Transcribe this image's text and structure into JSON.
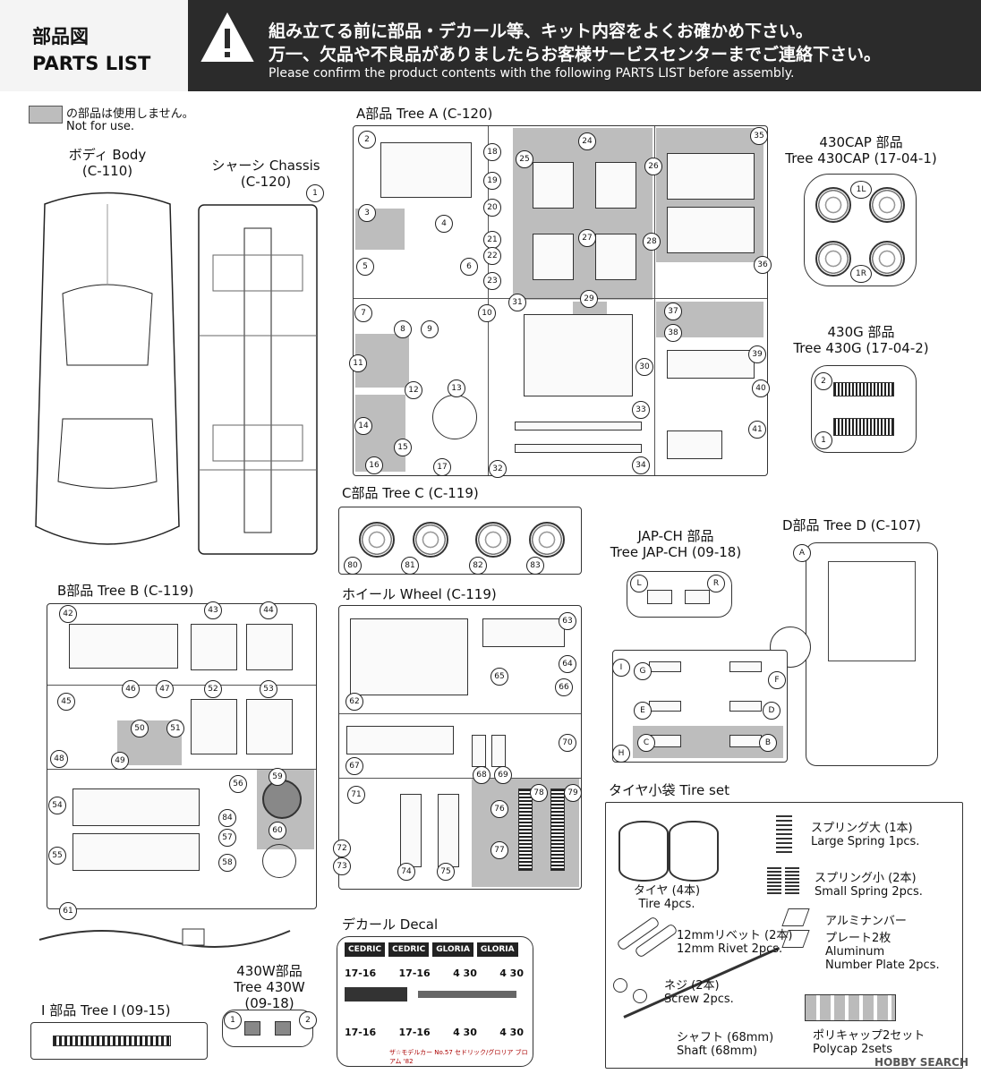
{
  "header": {
    "title_jp": "部品図",
    "title_en": "PARTS LIST",
    "warning_jp_1": "組み立てる前に部品・デカール等、キット内容をよくお確かめ下さい。",
    "warning_jp_2": "万一、欠品や不良品がありましたらお客様サービスセンターまでご連絡下さい。",
    "warning_en": "Please confirm the product contents with the following PARTS LIST before assembly."
  },
  "legend": {
    "jp": "の部品は使用しません。",
    "en": "Not for use."
  },
  "body": {
    "title": "ボディ Body",
    "code": "(C-110)"
  },
  "chassis": {
    "title": "シャーシ Chassis",
    "code": "(C-120)",
    "num": "1"
  },
  "treeA": {
    "title": "A部品 Tree A (C-120)",
    "nums": [
      "2",
      "3",
      "4",
      "5",
      "6",
      "7",
      "8",
      "9",
      "10",
      "11",
      "12",
      "13",
      "14",
      "15",
      "16",
      "17",
      "18",
      "19",
      "20",
      "21",
      "22",
      "23",
      "24",
      "25",
      "26",
      "27",
      "28",
      "29",
      "30",
      "31",
      "32",
      "33",
      "34",
      "35",
      "36",
      "37",
      "38",
      "39",
      "40",
      "41"
    ]
  },
  "tree430cap": {
    "title": "430CAP 部品",
    "subtitle": "Tree 430CAP (17-04-1)",
    "labels": [
      "1L",
      "1R"
    ]
  },
  "tree430g": {
    "title": "430G 部品",
    "subtitle": "Tree 430G (17-04-2)",
    "nums": [
      "2",
      "1"
    ]
  },
  "treeC": {
    "title": "C部品 Tree C (C-119)",
    "nums": [
      "80",
      "81",
      "82",
      "83"
    ]
  },
  "treeJapCh": {
    "title": "JAP-CH 部品",
    "subtitle": "Tree JAP-CH (09-18)",
    "labels": [
      "L",
      "R"
    ]
  },
  "treeD": {
    "title": "D部品 Tree D (C-107)",
    "labels": [
      "A",
      "B",
      "C",
      "D",
      "E",
      "F",
      "G",
      "H",
      "I"
    ]
  },
  "treeB": {
    "title": "B部品 Tree B (C-119)",
    "nums": [
      "42",
      "43",
      "44",
      "45",
      "46",
      "47",
      "48",
      "49",
      "50",
      "51",
      "52",
      "53",
      "54",
      "55",
      "56",
      "57",
      "58",
      "59",
      "60",
      "61",
      "84"
    ]
  },
  "wheel": {
    "title": "ホイール Wheel (C-119)",
    "nums": [
      "62",
      "63",
      "64",
      "65",
      "66",
      "67",
      "68",
      "69",
      "70",
      "71",
      "72",
      "73",
      "74",
      "75",
      "76",
      "77",
      "78",
      "79"
    ]
  },
  "treeI": {
    "title": "I 部品 Tree I (09-15)"
  },
  "tree430w": {
    "title": "430W部品",
    "subtitle": "Tree 430W",
    "code": "(09-18)",
    "nums": [
      "1",
      "2"
    ]
  },
  "decal": {
    "title": "デカール Decal",
    "plates": [
      "CEDRIC",
      "CEDRIC",
      "GLORIA",
      "GLORIA"
    ],
    "numbers": [
      "17-16",
      "17-16",
      "4 30",
      "4 30"
    ],
    "footer": "ザ☆モデルカー No.57 セドリック/グロリア ブロアム '82"
  },
  "tireSet": {
    "title": "タイヤ小袋 Tire set",
    "items": [
      {
        "jp": "タイヤ (4本)",
        "en": "Tire 4pcs."
      },
      {
        "jp": "スプリング大 (1本)",
        "en": "Large Spring 1pcs."
      },
      {
        "jp": "スプリング小 (2本)",
        "en": "Small Spring 2pcs."
      },
      {
        "jp": "12mmリベット (2本)",
        "en": "12mm Rivet 2pcs."
      },
      {
        "jp": "アルミナンバー",
        "jp2": "プレート2枚",
        "en": "Aluminum",
        "en2": "Number Plate 2pcs."
      },
      {
        "jp": "ネジ (2本)",
        "en": "Screw 2pcs."
      },
      {
        "jp": "シャフト (68mm)",
        "en": "Shaft (68mm)"
      },
      {
        "jp": "ポリキャップ2セット",
        "en": "Polycap 2sets"
      }
    ]
  },
  "watermark": "HOBBY SEARCH",
  "colors": {
    "header_bg": "#2b2b2b",
    "unused_gray": "#bdbdbd"
  }
}
